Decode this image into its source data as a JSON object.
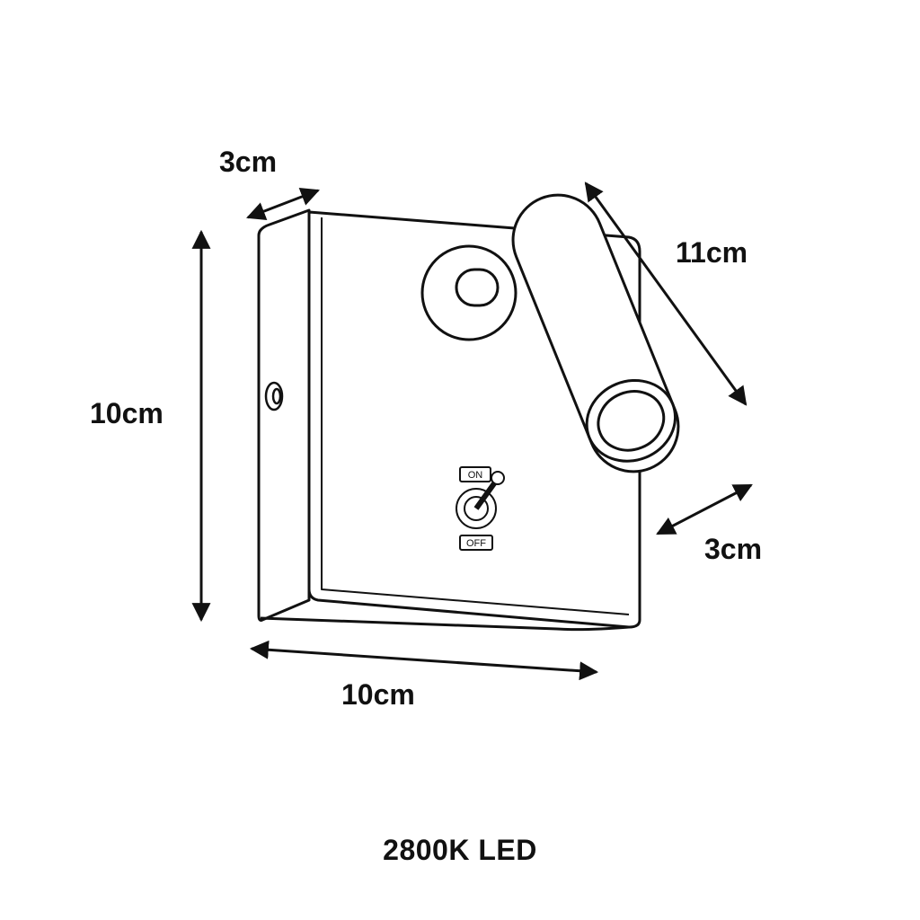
{
  "dimensions": {
    "depth_top": "3cm",
    "height_left": "10cm",
    "width_bottom": "10cm",
    "arm_length": "11cm",
    "arm_diameter": "3cm"
  },
  "switch": {
    "on_label": "ON",
    "off_label": "OFF"
  },
  "caption": "2800K LED",
  "colors": {
    "line": "#111111",
    "background": "#ffffff"
  }
}
